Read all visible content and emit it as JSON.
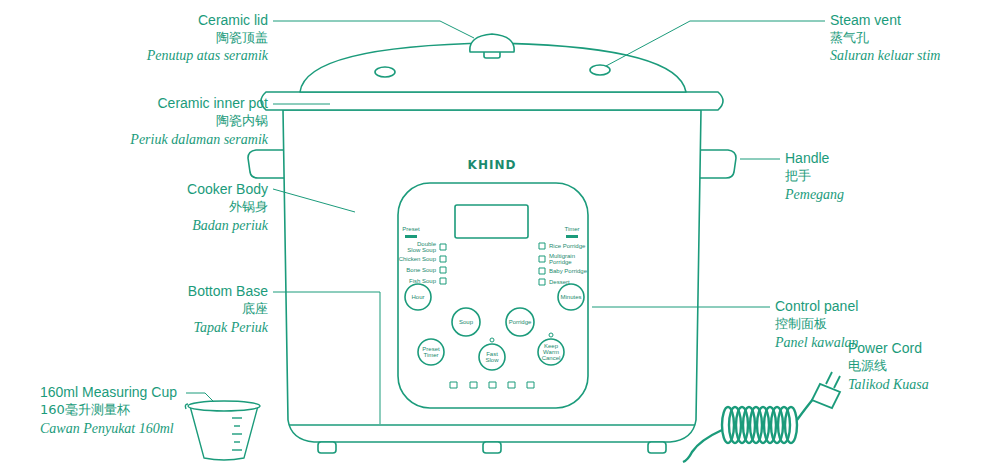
{
  "diagram": {
    "labels": [
      "Ceramic lid",
      "陶瓷顶盖",
      "Penutup atas seramik",
      "Ceramic inner pot",
      "陶瓷内锅",
      "Periuk dalaman seramik",
      "Cooker Body",
      "外锅身",
      "Badan periuk",
      "Bottom Base",
      "底座",
      "Tapak Periuk",
      "160ml Measuring Cup",
      "160毫升测量杯",
      "Cawan Penyukat 160ml",
      "Steam vent",
      "蒸气孔",
      "Saluran keluar stim",
      "Handle",
      "把手",
      "Pemegang",
      "Control panel",
      "控制面板",
      "Panel kawalan",
      "Power Cord",
      "电源线",
      "Talikod Kuasa",
      "KHIND",
      "Preset",
      "Timer",
      "Double Slow Soup",
      "Chicken Soup",
      "Bone Soup",
      "Fish Soup",
      "Rice Porridge",
      "Multigrain Porridge",
      "Baby Porridge",
      "Dessert",
      "Hour",
      "Minutes",
      "Soup",
      "Porridge",
      "Preset Timer",
      "Fast Slow",
      "Keep Warm Cancel"
    ]
  }
}
